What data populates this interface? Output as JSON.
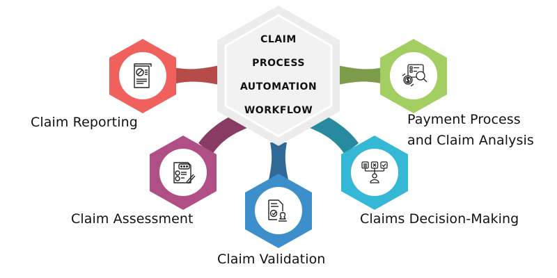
{
  "title": {
    "lines": [
      "CLAIM",
      "PROCESS",
      "AUTOMATION",
      "WORKFLOW"
    ]
  },
  "colors": {
    "center_outer": "#ececec",
    "center_inner": "#f2f2f2",
    "center_border": "#ffffff"
  },
  "nodes": [
    {
      "id": "claim-reporting",
      "label_lines": [
        "Claim Reporting"
      ],
      "icon": "report-document-chart-icon",
      "color": "#f0605c",
      "connector_color": "#b54c4a"
    },
    {
      "id": "claim-assessment",
      "label_lines": [
        "Claim Assessment"
      ],
      "icon": "checklist-pen-icon",
      "color": "#b04e86",
      "connector_color": "#883c63"
    },
    {
      "id": "claim-validation",
      "label_lines": [
        "Claim Validation"
      ],
      "icon": "document-stamp-approval-icon",
      "color": "#3d8fcc",
      "connector_color": "#2f6a96"
    },
    {
      "id": "claims-decision-making",
      "label_lines": [
        "Claims Decision-Making"
      ],
      "icon": "decision-options-person-icon",
      "color": "#35b8d6",
      "connector_color": "#278a9f"
    },
    {
      "id": "payment-process",
      "label_lines": [
        "Payment Process",
        "and Claim Analysis"
      ],
      "icon": "payment-search-analysis-icon",
      "color": "#a3cf62",
      "connector_color": "#7c9c4c"
    }
  ]
}
